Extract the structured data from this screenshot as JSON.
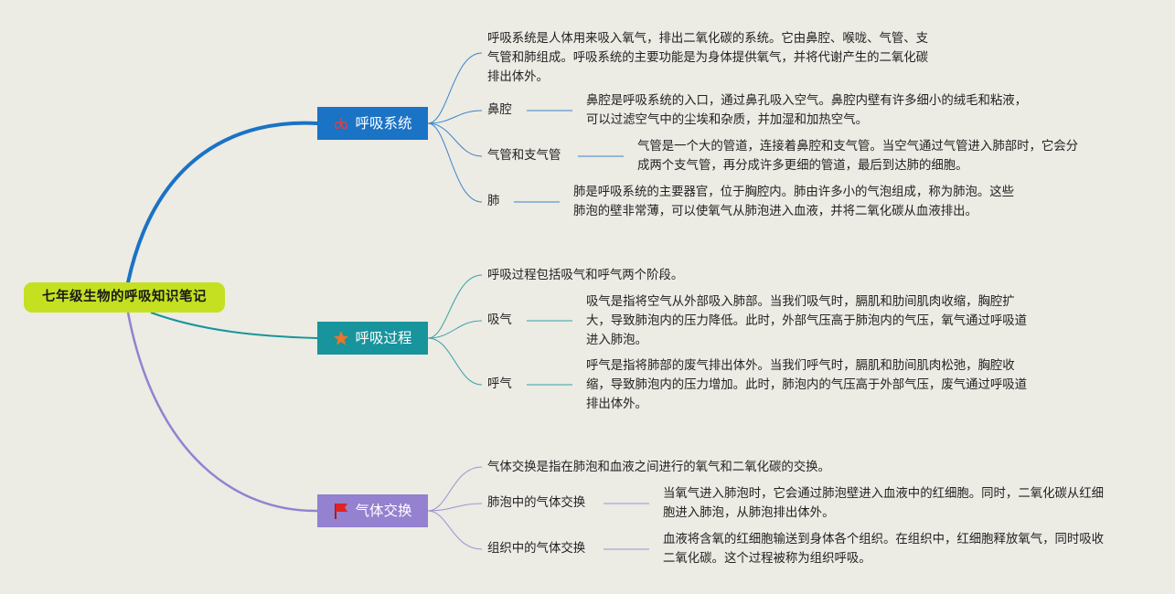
{
  "root": {
    "title": "七年级生物的呼吸知识笔记"
  },
  "colors": {
    "root": "#c5e020",
    "branch1": "#1a73c5",
    "branch2": "#17949c",
    "branch3": "#9481cf",
    "background": "#ecebe4"
  },
  "branches": [
    {
      "label": "呼吸系统",
      "icon": "lungs-icon",
      "intro": "呼吸系统是人体用来吸入氧气，排出二氧化碳的系统。它由鼻腔、喉咙、气管、支气管和肺组成。呼吸系统的主要功能是为身体提供氧气，并将代谢产生的二氧化碳排出体外。",
      "children": [
        {
          "label": "鼻腔",
          "desc": "鼻腔是呼吸系统的入口，通过鼻孔吸入空气。鼻腔内壁有许多细小的绒毛和粘液，可以过滤空气中的尘埃和杂质，并加湿和加热空气。"
        },
        {
          "label": "气管和支气管",
          "desc": "气管是一个大的管道，连接着鼻腔和支气管。当空气通过气管进入肺部时，它会分成两个支气管，再分成许多更细的管道，最后到达肺的细胞。"
        },
        {
          "label": "肺",
          "desc": "肺是呼吸系统的主要器官，位于胸腔内。肺由许多小的气泡组成，称为肺泡。这些肺泡的壁非常薄，可以使氧气从肺泡进入血液，并将二氧化碳从血液排出。"
        }
      ]
    },
    {
      "label": "呼吸过程",
      "icon": "star-icon",
      "intro": "呼吸过程包括吸气和呼气两个阶段。",
      "children": [
        {
          "label": "吸气",
          "desc": "吸气是指将空气从外部吸入肺部。当我们吸气时，膈肌和肋间肌肉收缩，胸腔扩大，导致肺泡内的压力降低。此时，外部气压高于肺泡内的气压，氧气通过呼吸道进入肺泡。"
        },
        {
          "label": "呼气",
          "desc": "呼气是指将肺部的废气排出体外。当我们呼气时，膈肌和肋间肌肉松弛，胸腔收缩，导致肺泡内的压力增加。此时，肺泡内的气压高于外部气压，废气通过呼吸道排出体外。"
        }
      ]
    },
    {
      "label": "气体交换",
      "icon": "flag-icon",
      "intro": "气体交换是指在肺泡和血液之间进行的氧气和二氧化碳的交换。",
      "children": [
        {
          "label": "肺泡中的气体交换",
          "desc": "当氧气进入肺泡时，它会通过肺泡壁进入血液中的红细胞。同时，二氧化碳从红细胞进入肺泡，从肺泡排出体外。"
        },
        {
          "label": "组织中的气体交换",
          "desc": "血液将含氧的红细胞输送到身体各个组织。在组织中，红细胞释放氧气，同时吸收二氧化碳。这个过程被称为组织呼吸。"
        }
      ]
    }
  ]
}
